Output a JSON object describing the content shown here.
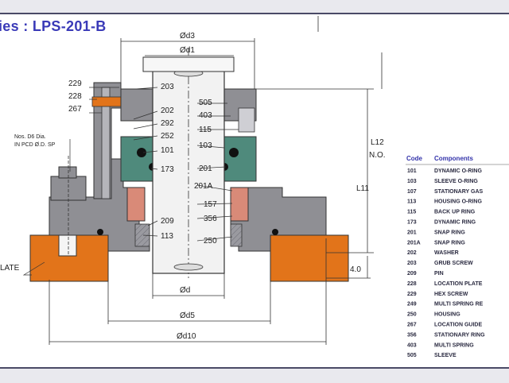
{
  "title": "ies : LPS-201-B",
  "dimensions": {
    "d3": "Ød3",
    "d1": "Ød1",
    "d": "Ød",
    "d5": "Ød5",
    "d10": "Ød10",
    "l12": "L12",
    "no": "N.O.",
    "l11": "L11",
    "gap": "4.0"
  },
  "callouts": [
    "229",
    "228",
    "267",
    "203",
    "202",
    "292",
    "252",
    "101",
    "173",
    "209",
    "113",
    "505",
    "403",
    "115",
    "103",
    "201",
    "201A",
    "157",
    "356",
    "250"
  ],
  "notes": {
    "bolt_line1": "Nos. D6 Dia.",
    "bolt_line2": "IN PCD Ø.D. SP",
    "plate": "LATE"
  },
  "legend": {
    "header_code": "Code",
    "header_components": "Components",
    "rows": [
      {
        "code": "101",
        "name": "DYNAMIC O-RING"
      },
      {
        "code": "103",
        "name": "SLEEVE O-RING"
      },
      {
        "code": "107",
        "name": "STATIONARY GAS"
      },
      {
        "code": "113",
        "name": "HOUSING O-RING"
      },
      {
        "code": "115",
        "name": "BACK UP RING"
      },
      {
        "code": "173",
        "name": "DYNAMIC RING"
      },
      {
        "code": "201",
        "name": "SNAP RING"
      },
      {
        "code": "201A",
        "name": "SNAP RING"
      },
      {
        "code": "202",
        "name": "WASHER"
      },
      {
        "code": "203",
        "name": "GRUB SCREW"
      },
      {
        "code": "209",
        "name": "PIN"
      },
      {
        "code": "228",
        "name": "LOCATION PLATE"
      },
      {
        "code": "229",
        "name": "HEX SCREW"
      },
      {
        "code": "249",
        "name": "MULTI SPRING RE"
      },
      {
        "code": "250",
        "name": "HOUSING"
      },
      {
        "code": "267",
        "name": "LOCATION GUIDE"
      },
      {
        "code": "356",
        "name": "STATIONARY RING"
      },
      {
        "code": "403",
        "name": "MULTI SPRING"
      },
      {
        "code": "505",
        "name": "SLEEVE"
      }
    ]
  },
  "colors": {
    "plate": "#e2741a",
    "housing": "#8f8f94",
    "ring_teal": "#4f8a7c",
    "ring_pink": "#d98a78",
    "shaft": "#f2f2f2",
    "title": "#3a3ab8"
  }
}
